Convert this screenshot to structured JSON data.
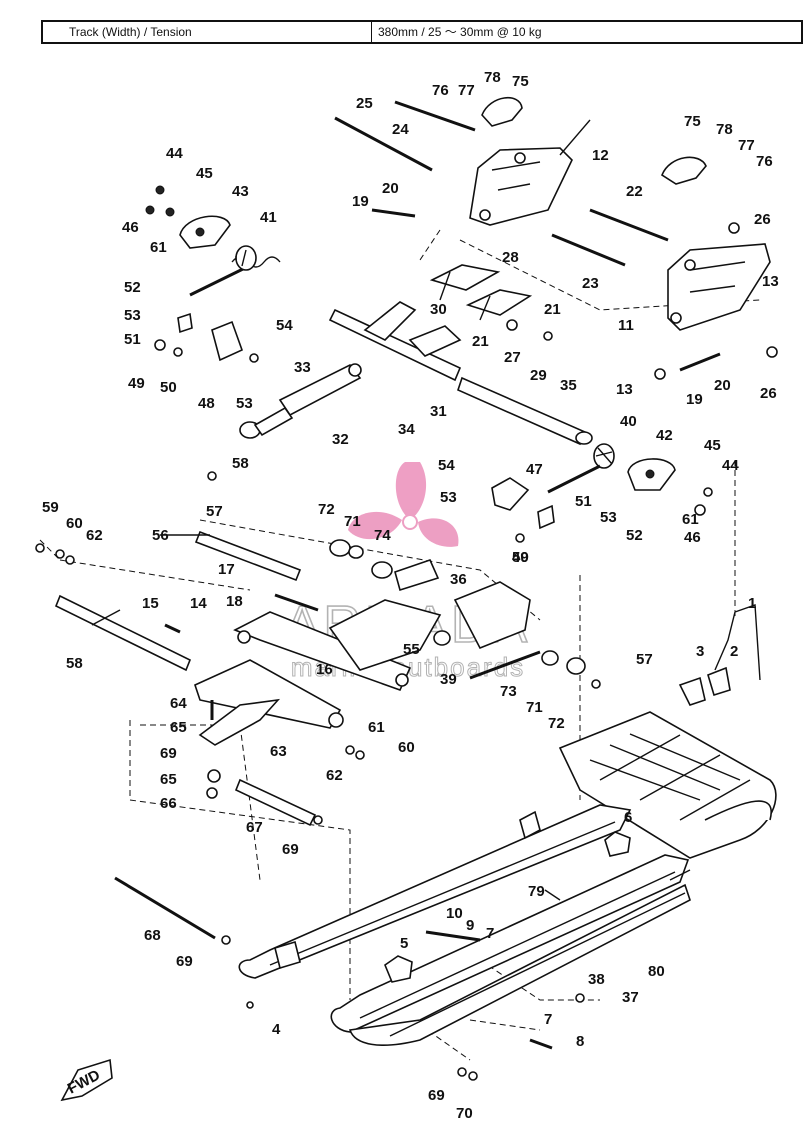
{
  "spec_table": {
    "label": "Track (Width) / Tension",
    "value": "380mm / 25 〜 30mm @ 10 kg"
  },
  "watermark": {
    "brand": "ARMADA",
    "tagline": "marine outboards",
    "logo_color": "#e87fb0"
  },
  "fwd_label": "FWD",
  "callouts": [
    "1",
    "2",
    "3",
    "4",
    "5",
    "6",
    "7",
    "7",
    "8",
    "9",
    "10",
    "11",
    "12",
    "13",
    "13",
    "14",
    "15",
    "16",
    "17",
    "18",
    "19",
    "19",
    "20",
    "20",
    "21",
    "21",
    "22",
    "23",
    "24",
    "25",
    "26",
    "26",
    "27",
    "28",
    "29",
    "30",
    "31",
    "32",
    "33",
    "34",
    "35",
    "36",
    "37",
    "38",
    "39",
    "40",
    "41",
    "42",
    "43",
    "44",
    "44",
    "45",
    "45",
    "46",
    "46",
    "47",
    "48",
    "49",
    "49",
    "50",
    "50",
    "51",
    "51",
    "52",
    "52",
    "53",
    "53",
    "53",
    "53",
    "54",
    "54",
    "55",
    "56",
    "57",
    "57",
    "58",
    "58",
    "59",
    "60",
    "60",
    "61",
    "61",
    "61",
    "62",
    "62",
    "63",
    "64",
    "65",
    "65",
    "66",
    "67",
    "68",
    "69",
    "69",
    "69",
    "69",
    "70",
    "71",
    "71",
    "72",
    "72",
    "73",
    "74",
    "75",
    "75",
    "76",
    "76",
    "77",
    "77",
    "78",
    "78",
    "79",
    "80"
  ]
}
